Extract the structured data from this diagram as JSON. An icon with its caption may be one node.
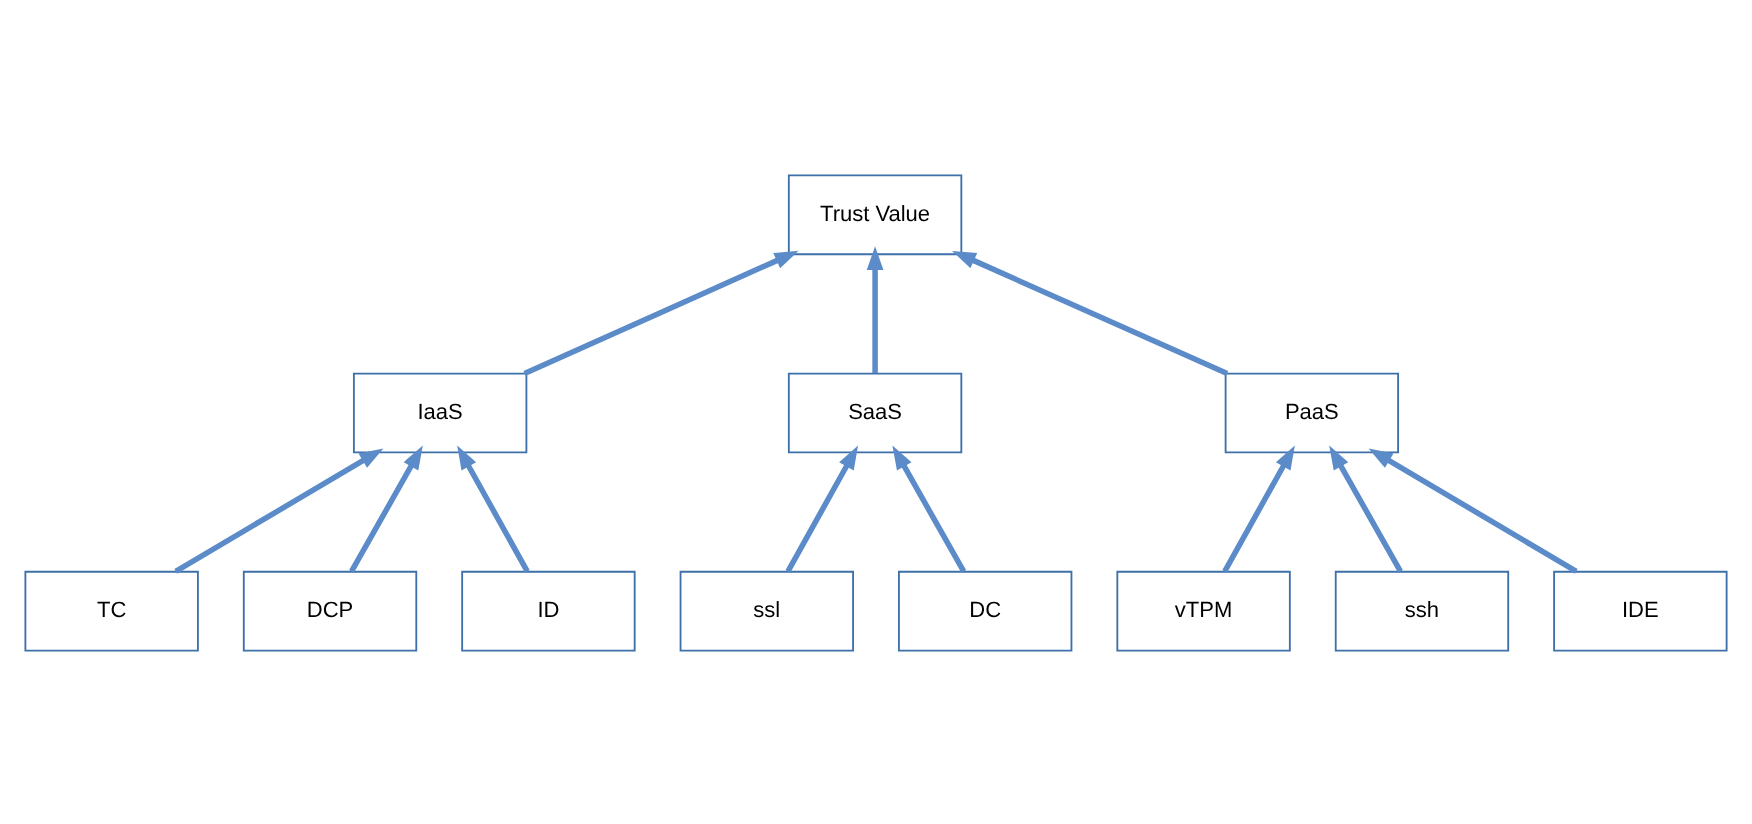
{
  "diagram": {
    "nodes": [
      {
        "text": [
          "Trust Value"
        ]
      },
      {
        "text": [
          "IaaS"
        ]
      },
      {
        "text": [
          "SaaS"
        ]
      },
      {
        "text": [
          "PaaS"
        ]
      },
      {
        "text": [
          "TC"
        ]
      },
      {
        "text": [
          "DCP"
        ]
      },
      {
        "text": [
          "ID"
        ]
      },
      {
        "text": [
          "ssl"
        ]
      },
      {
        "text": [
          "DC"
        ]
      },
      {
        "text": [
          "vTPM"
        ]
      },
      {
        "text": [
          "ssh"
        ]
      },
      {
        "text": [
          "IDE"
        ]
      }
    ],
    "edges": [
      {
        "from": 1,
        "to": 0,
        "arrow": "to"
      },
      {
        "from": 2,
        "to": 0,
        "arrow": "to"
      },
      {
        "from": 3,
        "to": 0,
        "arrow": "to"
      },
      {
        "from": 4,
        "to": 1,
        "arrow": "to"
      },
      {
        "from": 5,
        "to": 1,
        "arrow": "to"
      },
      {
        "from": 6,
        "to": 1,
        "arrow": "to"
      },
      {
        "from": 7,
        "to": 2,
        "arrow": "to"
      },
      {
        "from": 8,
        "to": 2,
        "arrow": "to"
      },
      {
        "from": 9,
        "to": 3,
        "arrow": "to"
      },
      {
        "from": 10,
        "to": 3,
        "arrow": "to"
      },
      {
        "from": 11,
        "to": 3,
        "arrow": "to"
      }
    ]
  }
}
